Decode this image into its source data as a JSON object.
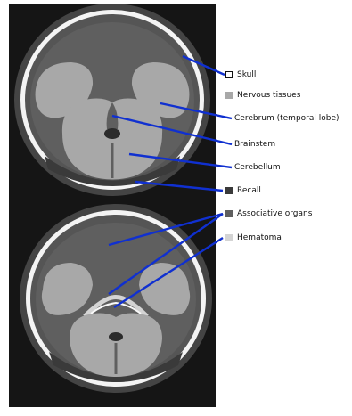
{
  "labels": {
    "skull": "Skull",
    "nervous_tissues": "Nervous tissues",
    "cerebrum": "Cerebrum (temporal lobe)",
    "brainstem": "Brainstem",
    "cerebellum": "Cerebellum",
    "recall": "Recall",
    "associative_organs": "Associative organs",
    "hematoma": "Hematoma"
  },
  "colors": {
    "skull": "#ffffff",
    "nervous_tissues": "#a8a8a8",
    "recall": "#3a3a3a",
    "associative_organs": "#5f5f5f",
    "hematoma": "#d4d4d4",
    "leader_line": "#1030d0"
  }
}
